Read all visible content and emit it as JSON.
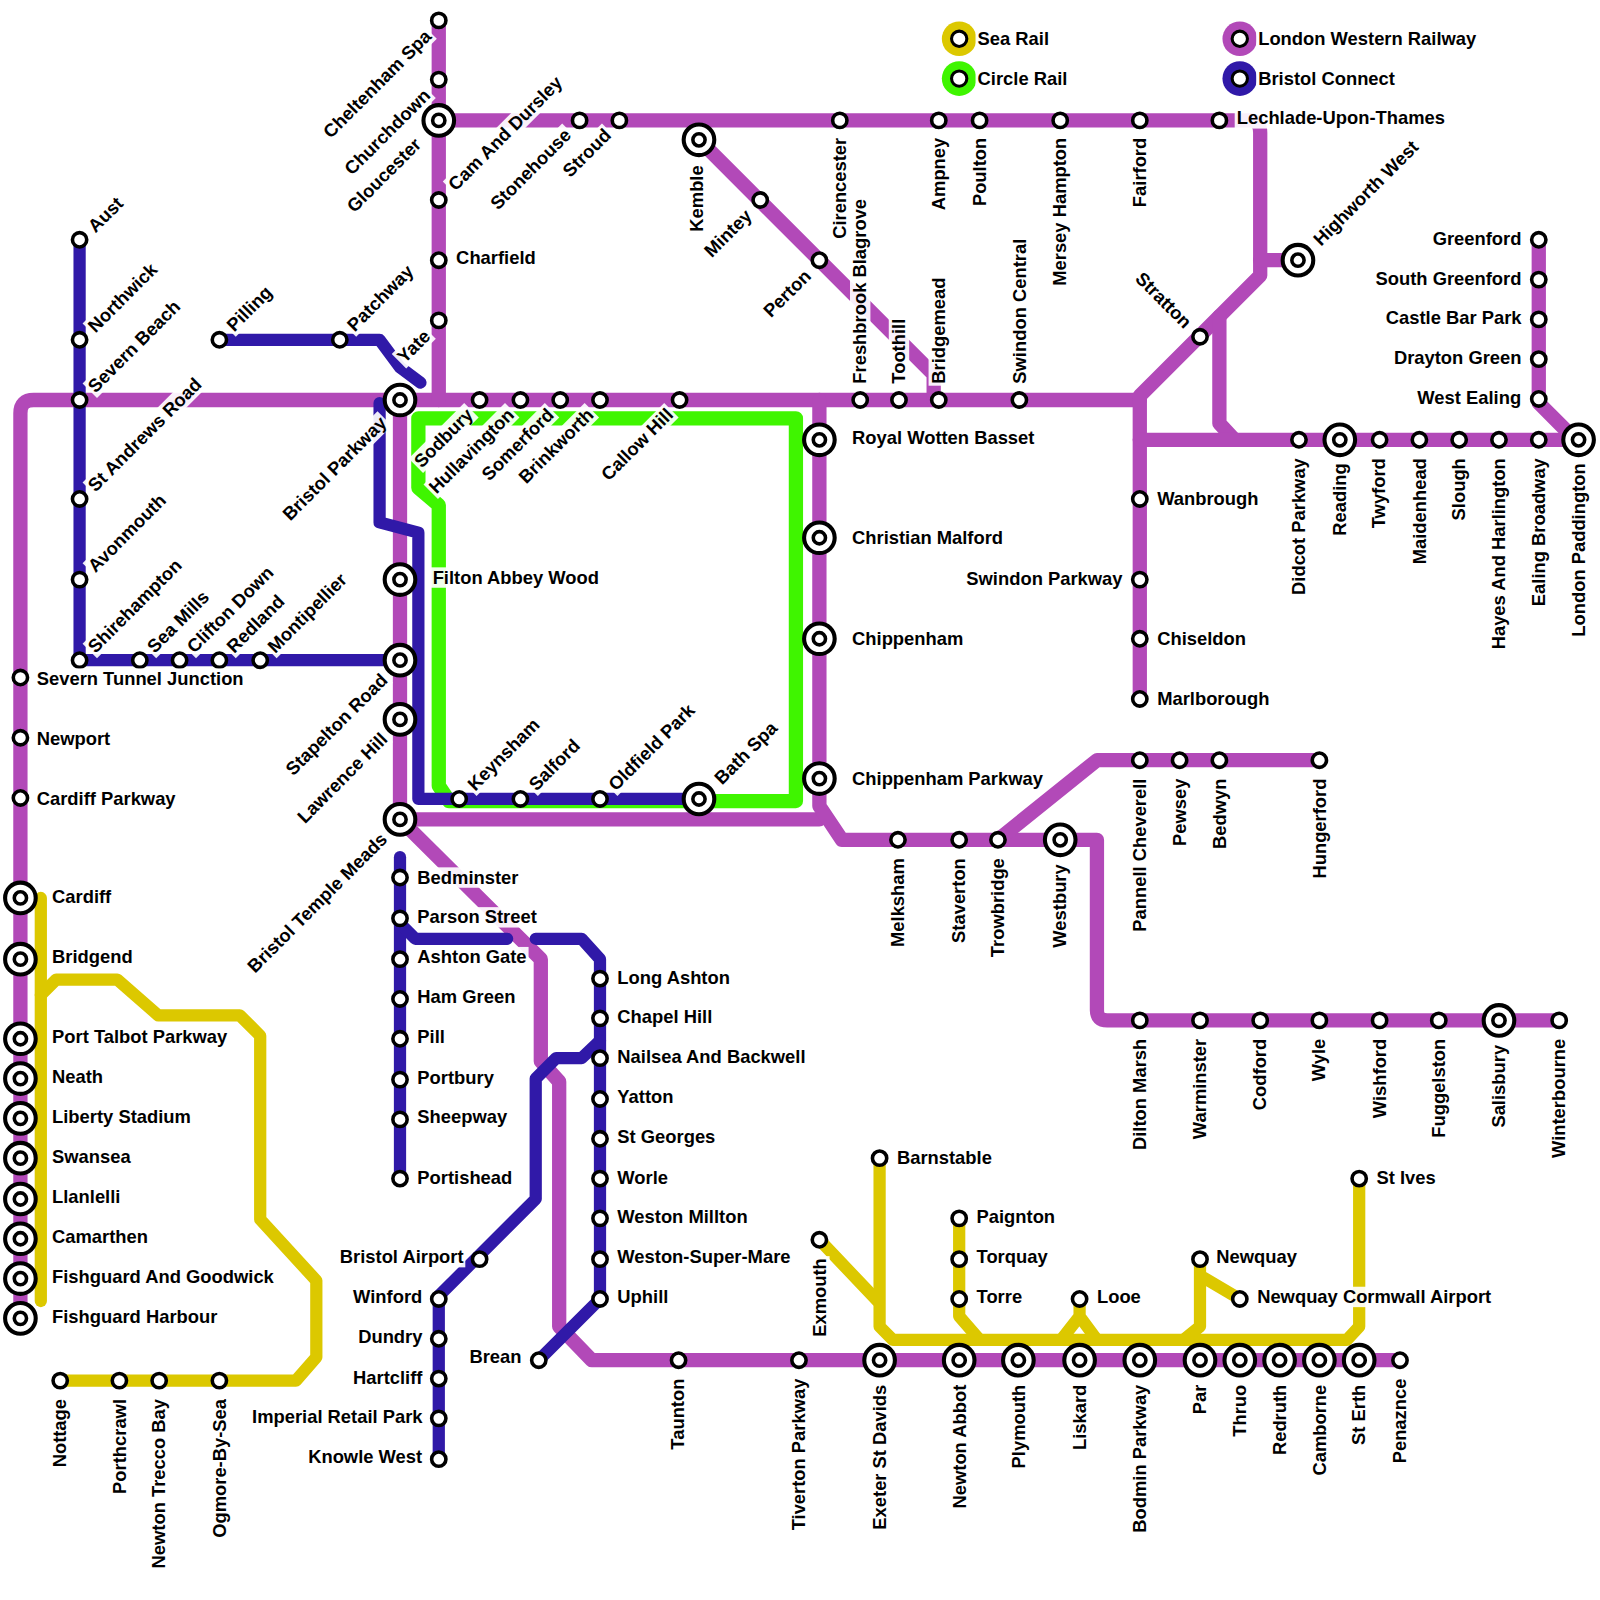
{
  "diagram": {
    "labels": [
      "Cheltenham Spa",
      "Churchdown",
      "Gloucester",
      "Cam And Dursley",
      "Charfield",
      "Yate",
      "Patchway",
      "Pilling",
      "Stonehouse",
      "Stroud",
      "Kemble",
      "Mintey",
      "Perton",
      "Cirencester",
      "Freshbrook Blagrove",
      "Toothill",
      "Bridgemead",
      "Ampney",
      "Poulton",
      "Swindon Central",
      "Mersey Hampton",
      "Fairford",
      "Lechlade-Upon-Thames",
      "Highworth West",
      "Stratton",
      "Royal Wotten Basset",
      "Christian Malford",
      "Chippenham",
      "Chippenham Parkway",
      "Wanbrough",
      "Swindon Parkway",
      "Chiseldon",
      "Marlborough",
      "Didcot Parkway",
      "Reading",
      "Twyford",
      "Maidenhead",
      "Slough",
      "Hayes And Harlington",
      "Ealing Broadway",
      "London Paddington",
      "Greenford",
      "South Greenford",
      "Castle Bar Park",
      "Drayton Green",
      "West Ealing",
      "Aust",
      "Northwick",
      "Severn Beach",
      "St Andrews Road",
      "Avonmouth",
      "Shirehampton",
      "Sea Mills",
      "Clifton Down",
      "Redland",
      "Montipellier",
      "Severn Tunnel Junction",
      "Newport",
      "Cardiff Parkway",
      "Bristol Parkway",
      "Sodbury",
      "Hullavington",
      "Somerford",
      "Brinkworth",
      "Callow Hill",
      "Filton Abbey Wood",
      "Stapelton Road",
      "Lawrence Hill",
      "Bristol Temple Meads",
      "Keynsham",
      "Salford",
      "Oldfield Park",
      "Bath Spa",
      "Melksham",
      "Staverton",
      "Trowbridge",
      "Westbury",
      "Pannell Cheverell",
      "Pewsey",
      "Bedwyn",
      "Hungerford",
      "Dilton Marsh",
      "Warminster",
      "Codford",
      "Wyle",
      "Wishford",
      "Fuggelston",
      "Salisbury",
      "Winterbourne",
      "Bedminster",
      "Parson Street",
      "Ashton Gate",
      "Ham Green",
      "Pill",
      "Portbury",
      "Sheepway",
      "Portishead",
      "Long Ashton",
      "Chapel Hill",
      "Nailsea And Backwell",
      "Yatton",
      "St Georges",
      "Worle",
      "Weston Millton",
      "Weston-Super-Mare",
      "Uphill",
      "Bristol Airport",
      "Winford",
      "Dundry",
      "Hartcliff",
      "Imperial Retail Park",
      "Knowle West",
      "Brean",
      "Cardiff",
      "Bridgend",
      "Port Talbot Parkway",
      "Neath",
      "Liberty Stadium",
      "Swansea",
      "Llanlelli",
      "Camarthen",
      "Fishguard And Goodwick",
      "Fishguard Harbour",
      "Nottage",
      "Porthcrawl",
      "Newton Trecco Bay",
      "Ogmore-By-Sea",
      "Taunton",
      "Tiverton Parkway",
      "Exeter St Davids",
      "Newton Abbot",
      "Plymouth",
      "Liskard",
      "Bodmin Parkway",
      "Par",
      "Thruo",
      "Redruth",
      "Camborne",
      "St Erth",
      "Penaznce",
      "Barnstable",
      "Exmouth",
      "Paignton",
      "Torquay",
      "Torre",
      "Looe",
      "Newquay",
      "Newquay Cormwall Airport",
      "St Ives"
    ],
    "legend": [
      {
        "text": "Sea Rail",
        "color": "#dcc800"
      },
      {
        "text": "Circle Rail",
        "color": "#3ff500"
      },
      {
        "text": "London Western Railway",
        "color": "#b249b8"
      },
      {
        "text": "Bristol Connect",
        "color": "#3019a8"
      }
    ]
  }
}
